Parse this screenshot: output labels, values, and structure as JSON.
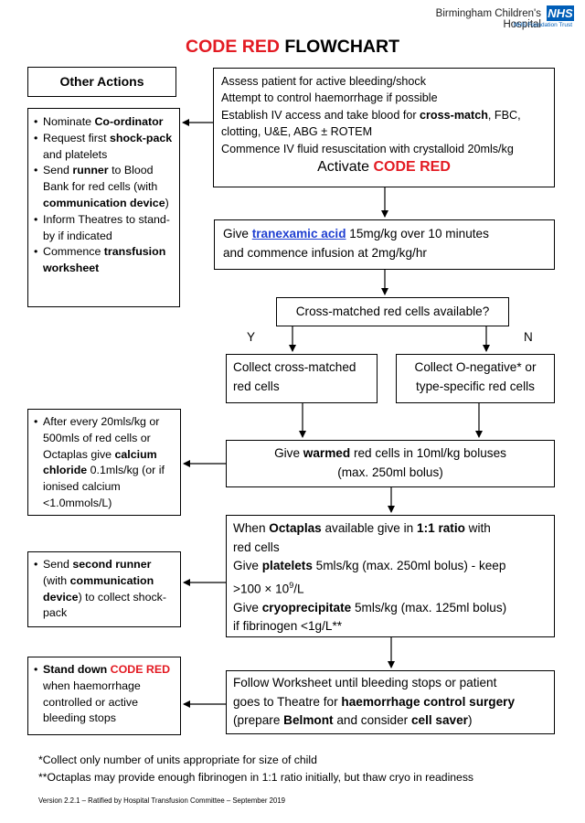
{
  "header": {
    "org_name": "Birmingham Children's Hospital",
    "org_sub": "NHS Foundation Trust",
    "logo_text": "NHS",
    "title_red": "CODE RED",
    "title_rest": " FLOWCHART"
  },
  "other_actions": {
    "label": "Other Actions"
  },
  "side_box_1": [
    {
      "pre": "Nominate ",
      "bold": "Co-ordinator",
      "post": ""
    },
    {
      "pre": "Request first ",
      "bold": "shock-pack",
      "post": " and platelets"
    },
    {
      "pre": "Send ",
      "bold": "runner",
      "post": " to Blood Bank for red cells (with ",
      "bold2": "communication device",
      "post2": ")"
    },
    {
      "pre": "Inform Theatres to stand-by if indicated",
      "bold": "",
      "post": ""
    },
    {
      "pre": "Commence ",
      "bold": "transfusion worksheet",
      "post": ""
    }
  ],
  "box_assess": {
    "line1": "Assess patient for active bleeding/shock",
    "line2": "Attempt to control haemorrhage if possible",
    "line3_pre": "Establish IV access and take blood for ",
    "line3_bold": "cross-match",
    "line3_post": ", FBC,",
    "line4": "clotting, U&E, ABG ± ROTEM",
    "line5": "Commence IV fluid resuscitation with crystalloid 20mls/kg",
    "activate_pre": "Activate ",
    "activate_red": "CODE RED"
  },
  "box_txa": {
    "pre": "Give ",
    "link": "tranexamic acid",
    "post": " 15mg/kg over 10 minutes",
    "line2": "and commence infusion at 2mg/kg/hr"
  },
  "box_question": {
    "text": "Cross-matched red cells available?",
    "yes": "Y",
    "no": "N"
  },
  "box_collect_cross": {
    "text": "Collect cross-matched red cells"
  },
  "box_collect_oneg": {
    "text": "Collect O-negative* or type-specific red cells"
  },
  "side_box_2": {
    "pre": "After every 20mls/kg or 500mls of red cells or Octaplas give ",
    "bold": "calcium chloride",
    "post": " 0.1mls/kg (or if ionised calcium <1.0mmols/L)"
  },
  "box_warmed": {
    "pre": "Give ",
    "bold": "warmed",
    "post": " red cells in 10ml/kg boluses",
    "line2": "(max. 250ml bolus)"
  },
  "box_octaplas": {
    "l1_pre": "When ",
    "l1_bold": "Octaplas",
    "l1_mid": " available give in ",
    "l1_bold2": "1:1 ratio",
    "l1_post": " with",
    "l2": "red cells",
    "l3_pre": "Give ",
    "l3_bold": "platelets",
    "l3_post": " 5mls/kg (max. 250ml bolus) - keep",
    "l4_pre": ">100 × 10",
    "l4_sup": "9",
    "l4_post": "/L",
    "l5_pre": "Give ",
    "l5_bold": "cryoprecipitate",
    "l5_post": " 5mls/kg (max. 125ml bolus)",
    "l6": "if fibrinogen <1g/L**"
  },
  "side_box_3": {
    "pre": "Send ",
    "bold": "second runner",
    "mid": " (with ",
    "bold2": "communication device",
    "post": ") to collect shock-pack"
  },
  "side_box_4": {
    "bold_pre": "Stand down ",
    "bold_red": "CODE RED",
    "post": " when haemorrhage controlled or active bleeding stops"
  },
  "box_worksheet": {
    "l1": "Follow Worksheet until bleeding stops or patient",
    "l2_pre": "goes to Theatre for ",
    "l2_bold": "haemorrhage control surgery",
    "l3_pre": "(prepare ",
    "l3_bold": "Belmont",
    "l3_mid": " and consider ",
    "l3_bold2": "cell saver",
    "l3_post": ")"
  },
  "footnotes": {
    "f1": "*Collect only number of units appropriate for size of child",
    "f2": "**Octaplas may provide enough fibrinogen in 1:1 ratio initially, but thaw cryo in readiness"
  },
  "version": "Version 2.2.1 – Ratified by Hospital Transfusion Committee – September 2019",
  "colors": {
    "red": "#e31b23",
    "nhs_blue": "#005eb8",
    "link_blue": "#1f3fd1"
  }
}
